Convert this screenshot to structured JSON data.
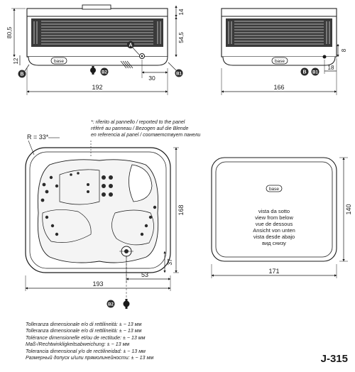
{
  "model": "J-315",
  "side_views": {
    "overall_height": "80,5",
    "upper_height": "14",
    "skirt_height": "54,5",
    "base_clearance": "12",
    "drain_offset": "30",
    "front_length": "192",
    "side_width": "166",
    "side_small_1": "8",
    "side_small_2": "18",
    "base_label": "base",
    "marker_a": "A",
    "marker_b": "B",
    "marker_b1": "B1",
    "marker_b2": "B2"
  },
  "top_view": {
    "radius_label": "R = 33*",
    "width": "193",
    "depth": "168",
    "drain_dist_x": "53",
    "drain_dist_y": "37",
    "marker_b2": "B2"
  },
  "panel_note": [
    "*: riferito al pannello / reported to the panel",
    "référé au panneau / Bezogen auf die Blende",
    "en referencia al panel / соответствует панели"
  ],
  "bottom_view": {
    "base_label": "base",
    "width": "171",
    "depth": "140",
    "caption": [
      "vista da sotto",
      "view from below",
      "vue de dessous",
      "Ansicht von unten",
      "vista desde abajo",
      "вид снизу"
    ]
  },
  "tolerances": [
    "Tolleranza dimensionale e/o di rettilineità: ± ~ 13 мм",
    "Tolleranza dimensionale e/o di rettilineità: ± ~ 13 мм",
    "Tolérance dimensionelle et/ou de rectitude: ± ~ 13 мм",
    "Maß-/Rechtwinkligkeitsabweichung: ± ~ 13 мм",
    "Tolerancia dimensional y/o de rectilineidad: ± ~ 13 мм",
    "Размерный допуск и/или прямолинейности: ± ~ 13 мм"
  ]
}
